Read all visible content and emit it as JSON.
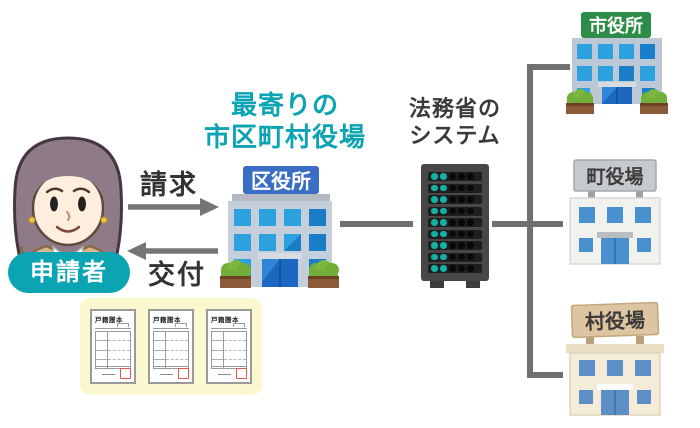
{
  "person": {
    "label": "申請者"
  },
  "flow": {
    "request_label": "請求",
    "issue_label": "交付"
  },
  "nearest_office": {
    "title_line1": "最寄りの",
    "title_line2": "市区町村役場",
    "sign": "区役所"
  },
  "moj_system": {
    "title_line1": "法務省の",
    "title_line2": "システム"
  },
  "remote_offices": [
    {
      "sign": "市役所"
    },
    {
      "sign": "町役場"
    },
    {
      "sign": "村役場"
    }
  ],
  "documents": {
    "title": "戸籍謄本",
    "count": "3"
  },
  "colors": {
    "teal_accent": "#0aa4b3",
    "connector_gray": "#707070",
    "label_dark": "#333333",
    "ward_sign_blue": "#3a6ec5",
    "city_sign_green": "#2e8c49",
    "town_sign_gray": "#c6c9cd",
    "village_sign_tan": "#dcc5a0",
    "window_blue": "#2ba1de",
    "server_led_teal": "#14b2a6",
    "doc_panel_yellow": "#fbf8d0",
    "stamp_red": "#e2574b"
  }
}
